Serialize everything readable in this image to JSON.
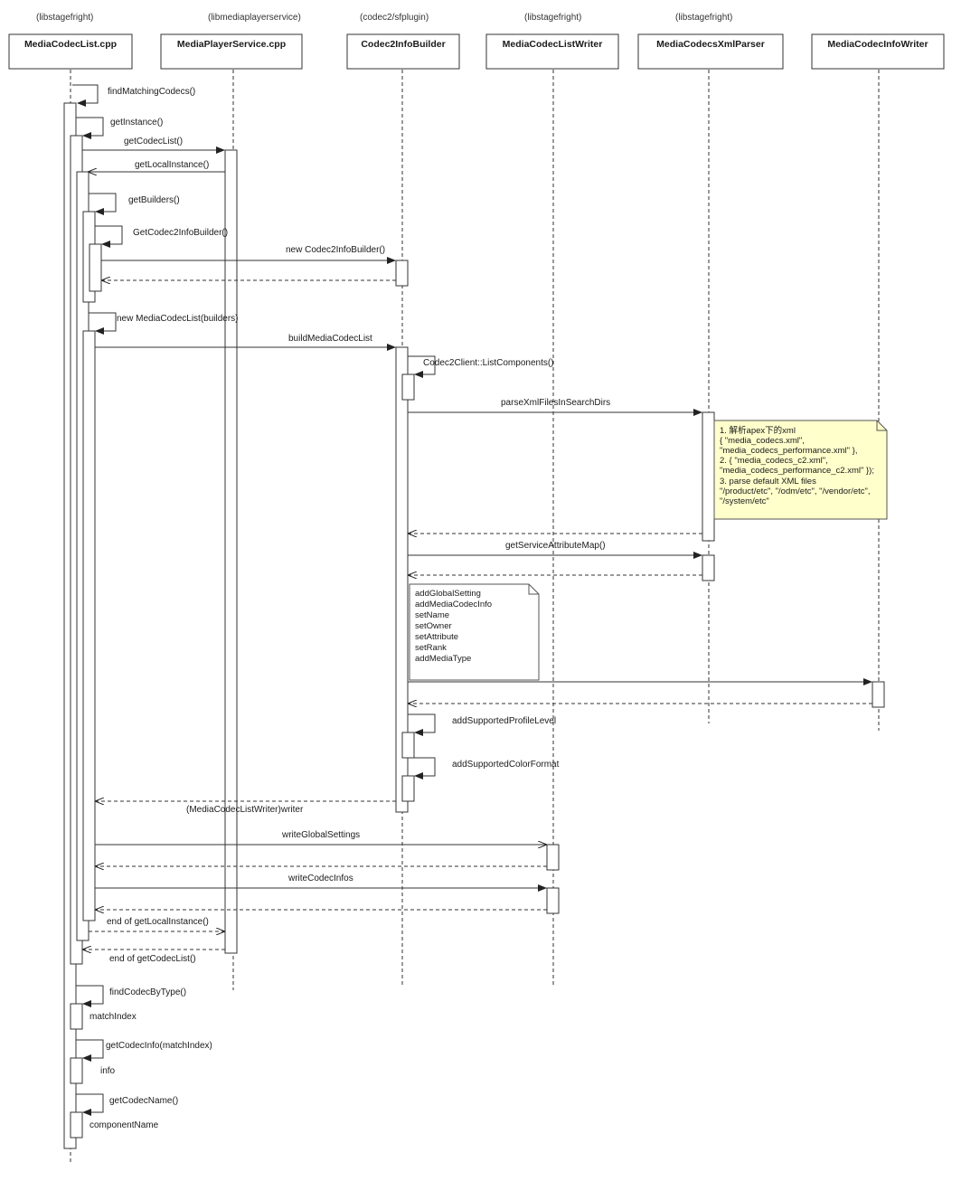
{
  "participants": [
    {
      "package": "(libstagefright)",
      "name": "MediaCodecList.cpp"
    },
    {
      "package": "(libmediaplayerservice)",
      "name": "MediaPlayerService.cpp"
    },
    {
      "package": "(codec2/sfplugin)",
      "name": "Codec2InfoBuilder"
    },
    {
      "package": "(libstagefright)",
      "name": "MediaCodecListWriter"
    },
    {
      "package": "(libstagefright)",
      "name": "MediaCodecsXmlParser"
    },
    {
      "package": "",
      "name": "MediaCodecInfoWriter"
    }
  ],
  "messages": {
    "findMatchingCodecs": "findMatchingCodecs()",
    "getInstance": "getInstance()",
    "getCodecList": "getCodecList()",
    "getLocalInstance": "getLocalInstance()",
    "getBuilders": "getBuilders()",
    "getCodec2InfoBuilder": "GetCodec2InfoBuilder()",
    "newCodec2InfoBuilder": "new Codec2InfoBuilder()",
    "newMediaCodecList": "new MediaCodecList(builders)",
    "buildMediaCodecList": "buildMediaCodecList",
    "listComponents": "Codec2Client::ListComponents()",
    "parseXmlFiles": "parseXmlFilesInSearchDirs",
    "getServiceAttributeMap": "getServiceAttributeMap()",
    "addSupportedProfileLevel": "addSupportedProfileLevel",
    "addSupportedColorFormat": "addSupportedColorFormat",
    "writerReturn": "(MediaCodecListWriter)writer",
    "writeGlobalSettings": "writeGlobalSettings",
    "writeCodecInfos": "writeCodecInfos",
    "endGetLocalInstance": "end of getLocalInstance()",
    "endGetCodecList": "end of getCodecList()",
    "findCodecByType": "findCodecByType()",
    "matchIndex": "matchIndex",
    "getCodecInfo": "getCodecInfo(matchIndex)",
    "info": "info",
    "getCodecName": "getCodecName()",
    "componentName": "componentName"
  },
  "notes": {
    "xml": [
      "1. 解析apex下的xml",
      "{ \"media_codecs.xml\",",
      "\"media_codecs_performance.xml\" },",
      "2. { \"media_codecs_c2.xml\",",
      "\"media_codecs_performance_c2.xml\" });",
      "3. parse default XML files",
      "\"/product/etc\", \"/odm/etc\", \"/vendor/etc\",",
      "\"/system/etc\""
    ],
    "methods": [
      "addGlobalSetting",
      "addMediaCodecInfo",
      "setName",
      "setOwner",
      "setAttribute",
      "setRank",
      "addMediaType"
    ]
  },
  "colors": {
    "note_fill": "#ffffcc",
    "plain_note_fill": "#ffffff"
  }
}
